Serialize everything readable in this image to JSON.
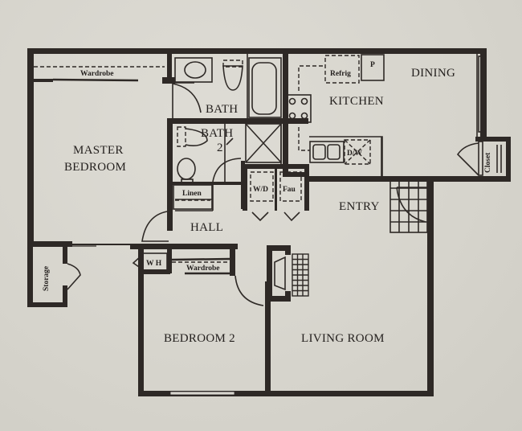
{
  "floorplan": {
    "rooms": {
      "master_bedroom_line1": "MASTER",
      "master_bedroom_line2": "BEDROOM",
      "bath": "BATH",
      "bath2_line1": "BATH",
      "bath2_line2": "2",
      "kitchen": "KITCHEN",
      "dining": "DINING",
      "hall": "HALL",
      "entry": "ENTRY",
      "bedroom2": "BEDROOM 2",
      "living_room": "LIVING ROOM"
    },
    "fixtures": {
      "wardrobe_master": "Wardrobe",
      "wardrobe_bedroom2": "Wardrobe",
      "refrigerator": "Refrig",
      "pantry": "P",
      "dishwasher": "D/W",
      "washer_dryer": "W/D",
      "furnace": "Fau",
      "linen": "Linen",
      "water_heater": "W H",
      "storage": "Storage",
      "closet": "Closet"
    },
    "colors": {
      "wall": "#2e2926",
      "paper": "#d8d6cf"
    }
  }
}
